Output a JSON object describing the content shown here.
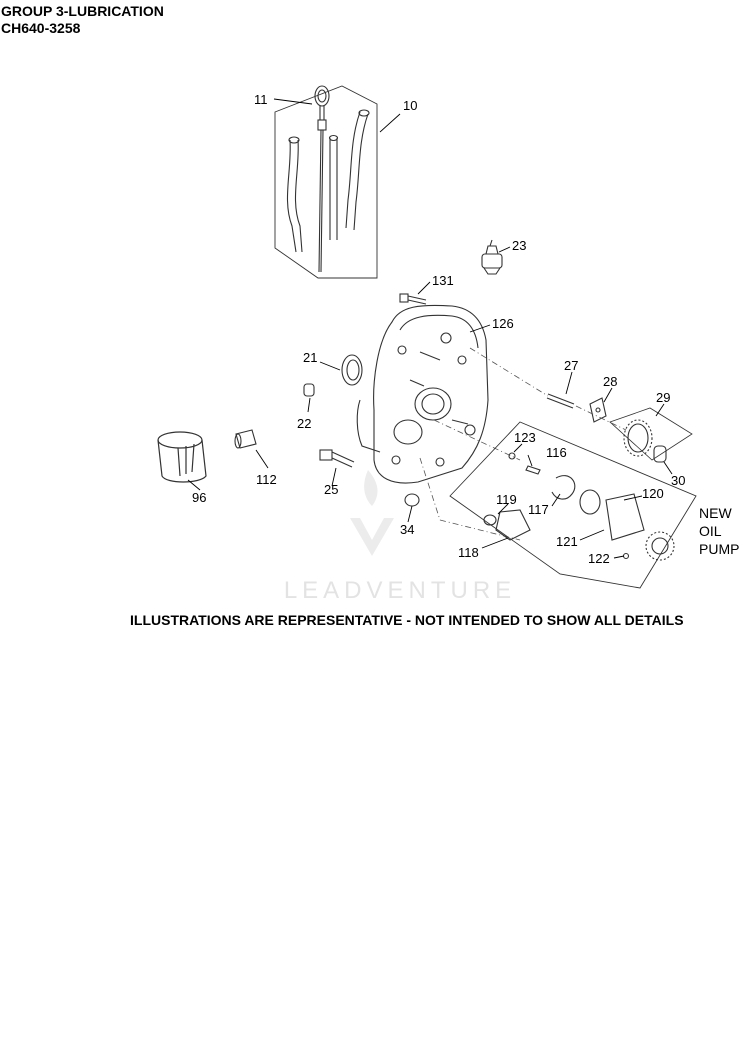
{
  "header": {
    "title": "GROUP 3-LUBRICATION",
    "model_code": "CH640-3258"
  },
  "diagram": {
    "callouts": {
      "p11": "11",
      "p10": "10",
      "p23": "23",
      "p131": "131",
      "p126": "126",
      "p21": "21",
      "p27": "27",
      "p28": "28",
      "p29": "29",
      "p22": "22",
      "p123": "123",
      "p116": "116",
      "p112": "112",
      "p96": "96",
      "p25": "25",
      "p30": "30",
      "p120": "120",
      "p119": "119",
      "p117": "117",
      "p34": "34",
      "p121": "121",
      "p118": "118",
      "p122": "122"
    },
    "new_oil_pump_label": [
      "NEW",
      "OIL",
      "PUMP"
    ],
    "watermark": "LEADVENTURE"
  },
  "footer": {
    "disclaimer": "ILLUSTRATIONS ARE REPRESENTATIVE - NOT INTENDED TO SHOW ALL DETAILS"
  }
}
